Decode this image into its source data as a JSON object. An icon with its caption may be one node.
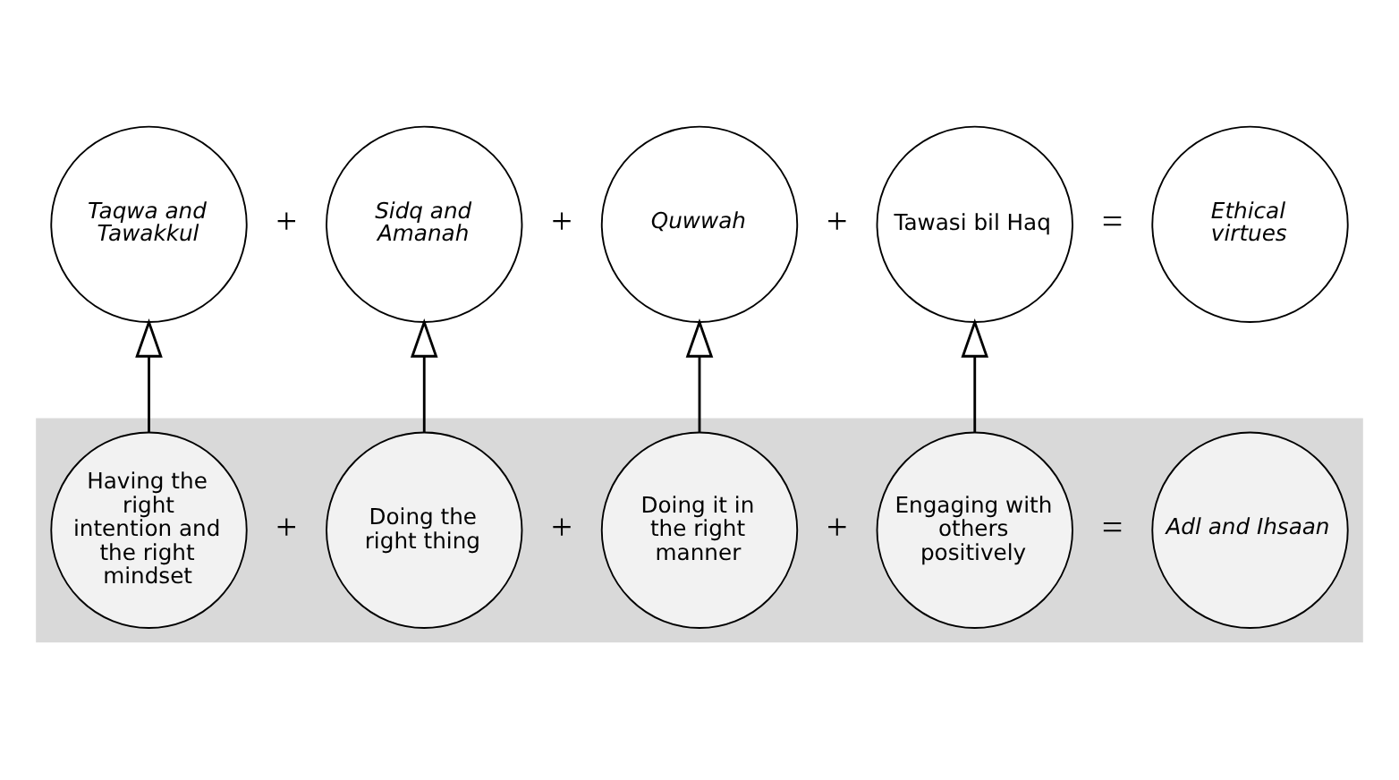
{
  "diagram": {
    "nodes": [
      {
        "text": [
          "Taqwa and Tawakkul"
        ]
      },
      {
        "text": [
          "Sidq and Amanah"
        ]
      },
      {
        "text": [
          "Quwwah"
        ]
      },
      {
        "text": [
          "Tawasi bil Haq"
        ]
      },
      {
        "text": [
          "Ethical virtues"
        ]
      },
      {
        "text": [],
        "shape": "band"
      },
      {
        "text": [
          "Having the right intention and the right mindset"
        ],
        "in": 5
      },
      {
        "text": [
          "Doing the right thing"
        ],
        "in": 5
      },
      {
        "text": [
          "Doing it in the right manner"
        ],
        "in": 5
      },
      {
        "text": [
          "Engaging with others positively"
        ],
        "in": 5
      },
      {
        "text": [
          "Adl and Ihsaan"
        ],
        "in": 5
      }
    ],
    "edges": [
      {
        "from": 6,
        "to": 0,
        "arrow": "to"
      },
      {
        "from": 7,
        "to": 1,
        "arrow": "to"
      },
      {
        "from": 8,
        "to": 2,
        "arrow": "to"
      },
      {
        "from": 9,
        "to": 3,
        "arrow": "to"
      }
    ],
    "labels": [
      "+",
      "+",
      "+",
      "=",
      "+",
      "+",
      "+",
      "="
    ]
  }
}
